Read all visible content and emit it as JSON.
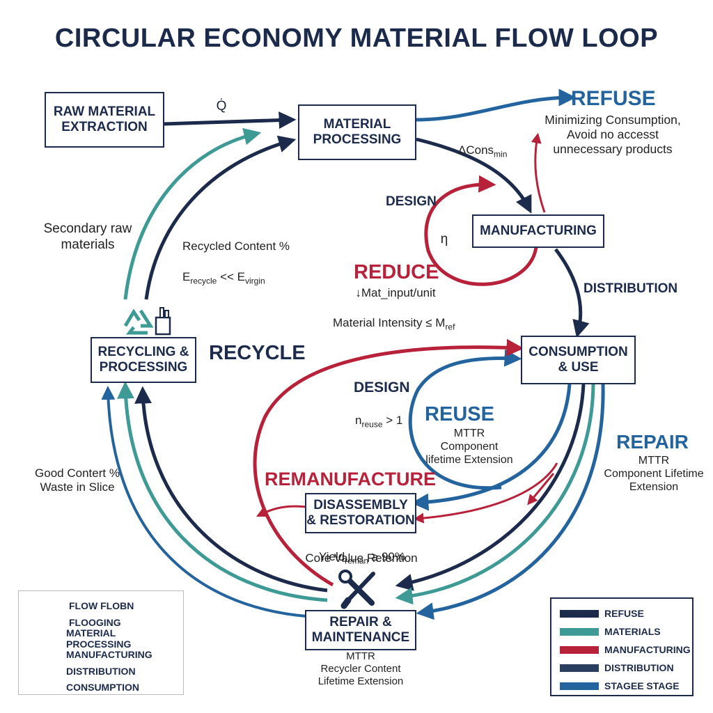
{
  "title": "CIRCULAR ECONOMY MATERIAL FLOW LOOP",
  "colors": {
    "navy": "#1c2b4b",
    "teal": "#3d9a94",
    "red": "#b8213a",
    "blue": "#23639e"
  },
  "nodes": {
    "raw_material": "RAW MATERIAL\nEXTRACTION",
    "processing": "MATERIAL\nPROCESSING",
    "manufacturing": "MANUFACTURING",
    "consumption": "CONSUMPTION\n& USE",
    "recycling": "RECYCLING &\nPROCESSING",
    "disassembly": "DISASSEMBLY\n& RESTORATION",
    "repair_maintenance": "REPAIR &\nMAINTENANCE"
  },
  "labels": {
    "q_dot": "Q̇",
    "refuse": "REFUSE",
    "refuse_desc": "Minimizing Consumption,\nAvoid no accesst\nunnecessary products",
    "delta_cons": "ΔCons",
    "delta_cons_sub": "min",
    "design_top": "DESIGN",
    "eta": "η",
    "reduce": "REDUCE",
    "reduce_desc1": "↓Mat_input/unit",
    "reduce_desc2": "Material Intensity ≤ M",
    "reduce_desc2_sub": "ref",
    "distribution": "DISTRIBUTION",
    "secondary": "Secondary raw\nmaterials",
    "recycled_content": "Recycled Content %",
    "e_recycle": "E",
    "e_recycle_sub": "recycle",
    "e_mid": " << E",
    "e_virgin_sub": "virgin",
    "recycle": "RECYCLE",
    "design_mid": "DESIGN",
    "n_reuse": "n",
    "n_reuse_sub": "reuse",
    "n_reuse_tail": " > 1",
    "reuse": "REUSE",
    "reuse_desc": "MTTR\nComponent\nlifetime Extension",
    "repair": "REPAIR",
    "repair_desc": "MTTR\nComponent Lifetime\nExtension",
    "good_content": "Good Contert %\nWaste in Slice",
    "remanufacture": "REMANUFACTURE",
    "yield": "Yield",
    "yield_sub": "reman",
    "yield_tail": " ≥ 90%",
    "core_value": "Core Value Retention",
    "repair_node_desc": "MTTR\nRecycler Content\nLifetime Extension"
  },
  "legend_left": [
    {
      "label": "FLOW FLOBN",
      "color": "#1c2b4b",
      "style": "arrow"
    },
    {
      "label": "FLOOGING",
      "color": "#3d9a94",
      "style": "arrow"
    },
    {
      "label": "MATERIAL PROCESSING",
      "color": "#3d9a94",
      "style": "bar"
    },
    {
      "label": "MANUFACTURING",
      "color": "#b8213a",
      "style": "bar"
    },
    {
      "label": "DISTRIBUTION",
      "color": "#b8213a",
      "style": "arrow"
    },
    {
      "label": "CONSUMPTION",
      "color": "#23639e",
      "style": "line"
    }
  ],
  "legend_right": [
    {
      "label": "REFUSE",
      "color": "#1c2b4b"
    },
    {
      "label": "MATERIALS",
      "color": "#3d9a94"
    },
    {
      "label": "MANUFACTURING",
      "color": "#b8213a"
    },
    {
      "label": "DISTRIBUTION",
      "color": "#2a3f5f"
    },
    {
      "label": "STAGEE STAGE",
      "color": "#23639e"
    }
  ]
}
